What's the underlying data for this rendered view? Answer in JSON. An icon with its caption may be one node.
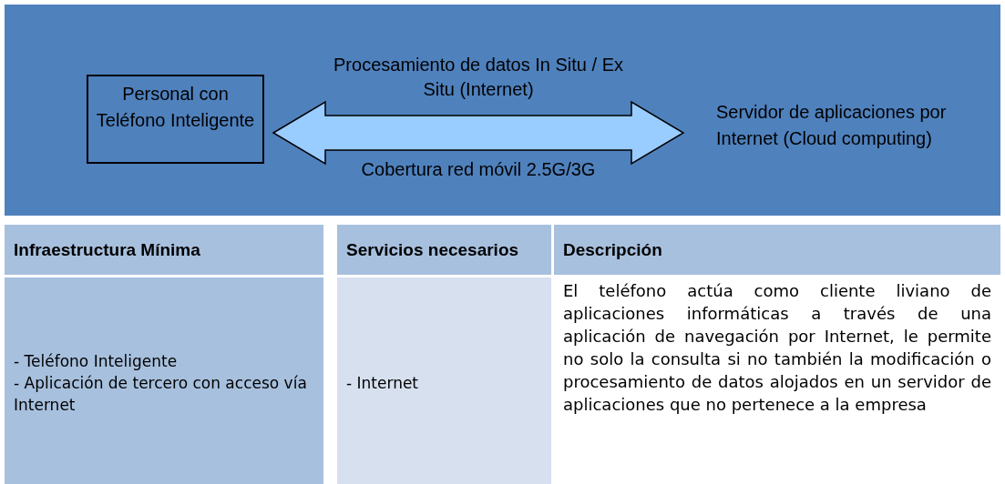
{
  "diagram": {
    "nodes": [
      {
        "text": [
          "Personal con Teléfono Inteligente"
        ]
      },
      {
        "text": [
          "Servidor de aplicaciones por Internet (Cloud computing)"
        ]
      }
    ],
    "edges": [
      {
        "from": 0,
        "to": 1,
        "arrow": "both",
        "label": "Procesamiento de datos In Situ / Ex Situ (Internet)",
        "style": "thick",
        "color": "#99ccff"
      }
    ],
    "labels": [
      "Cobertura red móvil 2.5G/3G",
      "Infraestructura Mínima",
      "Servicios necesarios",
      "Descripción",
      "- Teléfono Inteligente",
      "- Aplicación de tercero con acceso vía Internet",
      "- Internet",
      "El teléfono actúa como cliente liviano de aplicaciones informáticas a través de una aplicación de navegación por Internet, le permite no solo la consulta si no también la modificación o procesamiento de datos alojados en un servidor de aplicaciones que no pertenece a la empresa"
    ]
  }
}
